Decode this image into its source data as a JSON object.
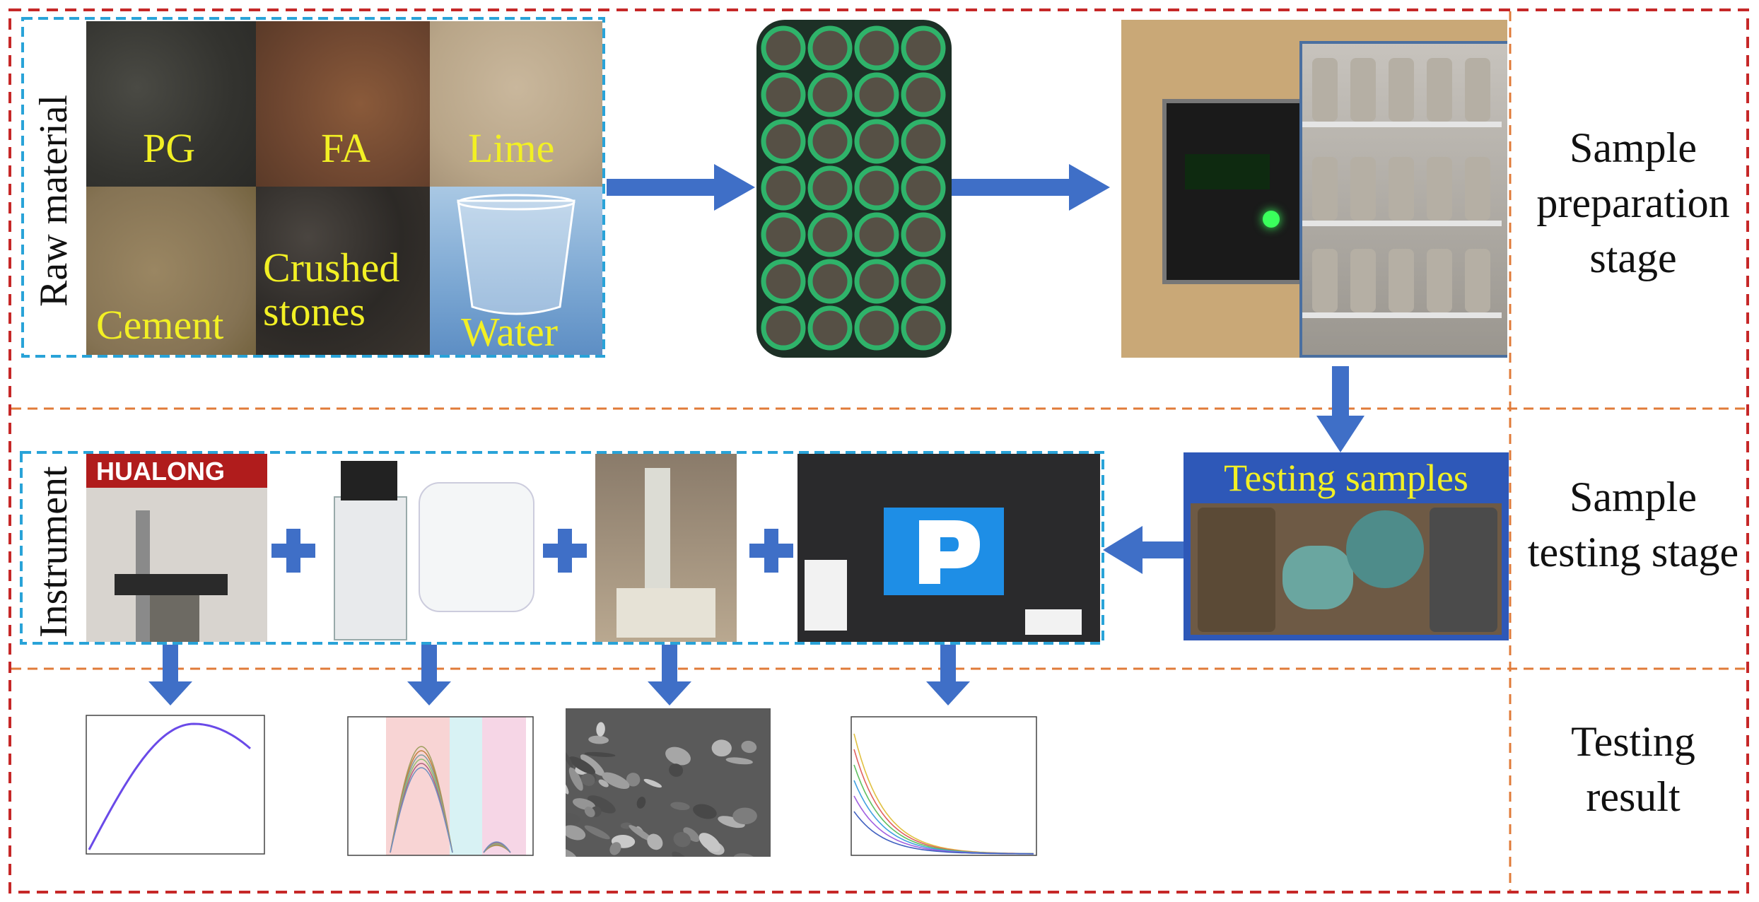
{
  "stages": {
    "preparation": "Sample preparation stage",
    "testing": "Sample testing stage",
    "result": "Testing result"
  },
  "raw_material": {
    "label": "Raw material",
    "tiles": [
      "PG",
      "FA",
      "Lime",
      "Cement",
      "Crushed stones",
      "Water"
    ]
  },
  "instrument": {
    "label": "Instrument",
    "hualong_sign": "HUALONG"
  },
  "testing_samples": {
    "title": "Testing samples"
  },
  "colors": {
    "outer_border": "#c62828",
    "stage_divider": "#e07b39",
    "group_border": "#29a3d8",
    "arrow": "#3f6fc7",
    "tile_text": "#f2f024",
    "samples_box": "#2e58b8"
  },
  "icons": [
    "arrow-right-icon",
    "arrow-down-icon",
    "arrow-left-icon",
    "plus-icon"
  ]
}
